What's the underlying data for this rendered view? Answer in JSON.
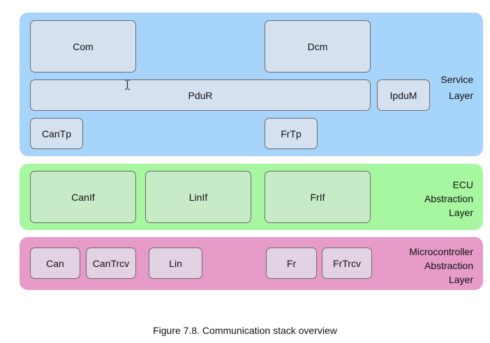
{
  "layers": {
    "service": {
      "label_line1": "Service",
      "label_line2": "Layer",
      "modules": {
        "com": "Com",
        "dcm": "Dcm",
        "pdur": "PduR",
        "ipdum": "IpduM",
        "cantp": "CanTp",
        "frtp": "FrTp"
      }
    },
    "ecu_abstraction": {
      "label_line1": "ECU",
      "label_line2": "Abstraction",
      "label_line3": "Layer",
      "modules": {
        "canif": "CanIf",
        "linif": "LinIf",
        "frif": "FrIf"
      }
    },
    "microcontroller_abstraction": {
      "label_line1": "Microcontroller",
      "label_line2": "Abstraction",
      "label_line3": "Layer",
      "modules": {
        "can": "Can",
        "cantrcv": "CanTrcv",
        "lin": "Lin",
        "fr": "Fr",
        "frtrcv": "FrTrcv"
      }
    }
  },
  "caption": "Figure 7.8. Communication stack overview",
  "colors": {
    "service_layer": "#a6d4fb",
    "ecu_layer": "#a7f7a1",
    "mcal_layer": "#e69bc8"
  }
}
